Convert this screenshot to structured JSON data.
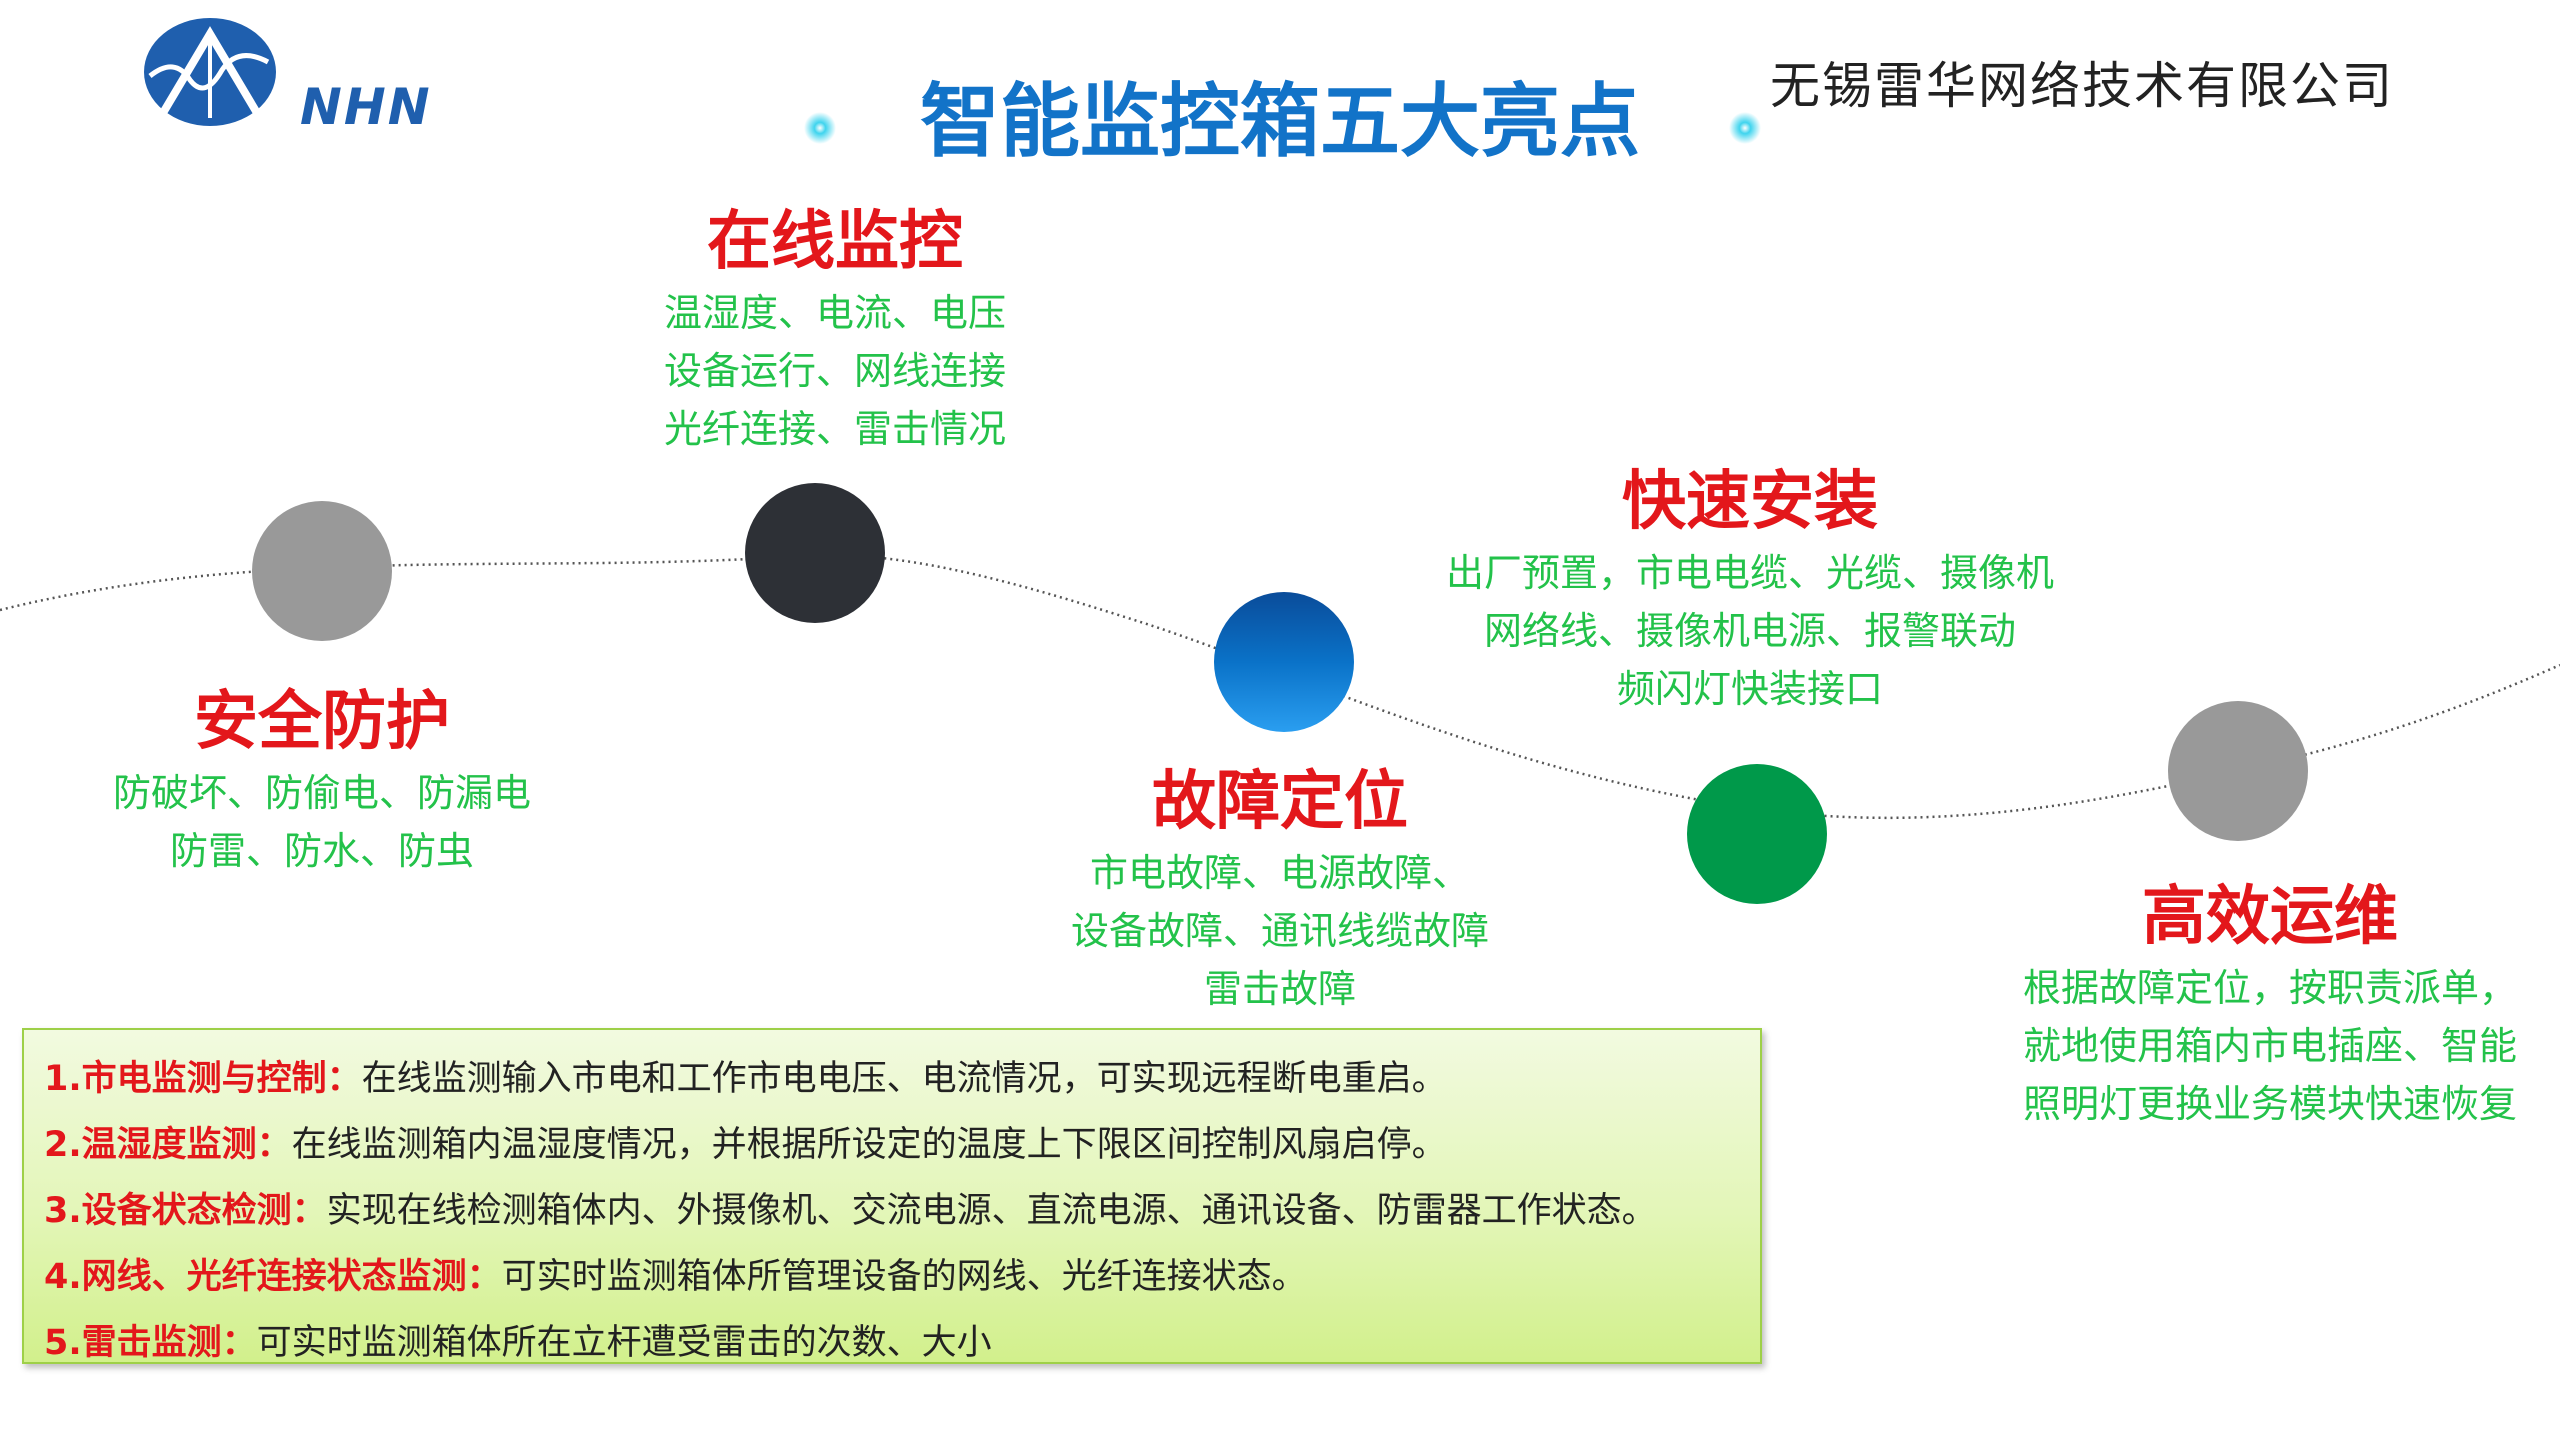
{
  "header": {
    "logo_text": "NHN",
    "title": "智能监控箱五大亮点",
    "company": "无锡雷华网络技术有限公司"
  },
  "features": [
    {
      "title": "安全防护",
      "lines": [
        "防破坏、防偷电、防漏电",
        "防雷、防水、防虫"
      ],
      "color": "#999999"
    },
    {
      "title": "在线监控",
      "lines": [
        "温湿度、电流、电压",
        "设备运行、网线连接",
        "光纤连接、雷击情况"
      ],
      "color": "#2d3036"
    },
    {
      "title": "故障定位",
      "lines": [
        "市电故障、电源故障、",
        "设备故障、通讯线缆故障",
        "雷击故障"
      ],
      "color": "#0a70c8"
    },
    {
      "title": "快速安装",
      "lines": [
        "出厂预置，市电电缆、光缆、摄像机",
        "网络线、摄像机电源、报警联动",
        "频闪灯快装接口"
      ],
      "color": "#00994a"
    },
    {
      "title": "高效运维",
      "lines": [
        "根据故障定位，按职责派单，",
        "就地使用箱内市电插座、智能",
        "照明灯更换业务模块快速恢复"
      ],
      "color": "#999999"
    }
  ],
  "info": [
    {
      "label": "1.市电监测与控制：",
      "text": "在线监测输入市电和工作市电电压、电流情况，可实现远程断电重启。"
    },
    {
      "label": "2.温湿度监测：",
      "text": "在线监测箱内温湿度情况，并根据所设定的温度上下限区间控制风扇启停。"
    },
    {
      "label": "3.设备状态检测：",
      "text": "实现在线检测箱体内、外摄像机、交流电源、直流电源、通讯设备、防雷器工作状态。"
    },
    {
      "label": "4.网线、光纤连接状态监测：",
      "text": "可实时监测箱体所管理设备的网线、光纤连接状态。"
    },
    {
      "label": "5.雷击监测：",
      "text": "可实时监测箱体所在立杆遭受雷击的次数、大小"
    }
  ]
}
